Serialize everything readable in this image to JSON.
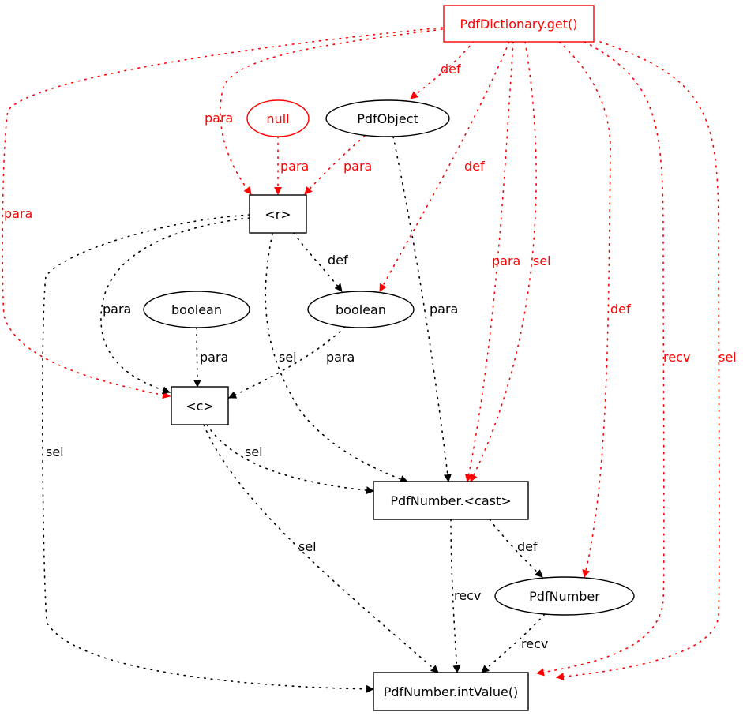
{
  "colors": {
    "normal": "#000000",
    "highlight": "#ff0000",
    "background": "#ffffff"
  },
  "nodes": [
    {
      "id": "get",
      "label": "PdfDictionary.get()",
      "shape": "box",
      "highlight": true
    },
    {
      "id": "null",
      "label": "null",
      "shape": "ellipse",
      "highlight": true
    },
    {
      "id": "pdfobject",
      "label": "PdfObject",
      "shape": "ellipse",
      "highlight": false
    },
    {
      "id": "r",
      "label": "<r>",
      "shape": "box",
      "highlight": false
    },
    {
      "id": "boolean1",
      "label": "boolean",
      "shape": "ellipse",
      "highlight": false
    },
    {
      "id": "boolean2",
      "label": "boolean",
      "shape": "ellipse",
      "highlight": false
    },
    {
      "id": "c",
      "label": "<c>",
      "shape": "box",
      "highlight": false
    },
    {
      "id": "cast",
      "label": "PdfNumber.<cast>",
      "shape": "box",
      "highlight": false
    },
    {
      "id": "pdfnumber",
      "label": "PdfNumber",
      "shape": "ellipse",
      "highlight": false
    },
    {
      "id": "intvalue",
      "label": "PdfNumber.intValue()",
      "shape": "box",
      "highlight": false
    }
  ],
  "edges": [
    {
      "from": "get",
      "to": "pdfobject",
      "label": "def",
      "highlight": true
    },
    {
      "from": "get",
      "to": "r",
      "label": "para",
      "highlight": true
    },
    {
      "from": "null",
      "to": "r",
      "label": "para",
      "highlight": true
    },
    {
      "from": "pdfobject",
      "to": "r",
      "label": "para",
      "highlight": true
    },
    {
      "from": "get",
      "to": "boolean2",
      "label": "def",
      "highlight": true
    },
    {
      "from": "get",
      "to": "c",
      "label": "para",
      "highlight": true
    },
    {
      "from": "get",
      "to": "cast",
      "label": "para",
      "highlight": true
    },
    {
      "from": "get",
      "to": "cast",
      "label": "sel",
      "highlight": true
    },
    {
      "from": "get",
      "to": "pdfnumber",
      "label": "def",
      "highlight": true
    },
    {
      "from": "get",
      "to": "intvalue",
      "label": "recv",
      "highlight": true
    },
    {
      "from": "get",
      "to": "intvalue",
      "label": "sel",
      "highlight": true
    },
    {
      "from": "r",
      "to": "boolean2",
      "label": "def",
      "highlight": false
    },
    {
      "from": "r",
      "to": "c",
      "label": "para",
      "highlight": false
    },
    {
      "from": "r",
      "to": "cast",
      "label": "sel",
      "highlight": false
    },
    {
      "from": "r",
      "to": "intvalue",
      "label": "sel",
      "highlight": false
    },
    {
      "from": "pdfobject",
      "to": "cast",
      "label": "para",
      "highlight": false
    },
    {
      "from": "boolean1",
      "to": "c",
      "label": "para",
      "highlight": false
    },
    {
      "from": "boolean2",
      "to": "c",
      "label": "para",
      "highlight": false
    },
    {
      "from": "c",
      "to": "cast",
      "label": "sel",
      "highlight": false
    },
    {
      "from": "c",
      "to": "intvalue",
      "label": "sel",
      "highlight": false
    },
    {
      "from": "cast",
      "to": "pdfnumber",
      "label": "def",
      "highlight": false
    },
    {
      "from": "cast",
      "to": "intvalue",
      "label": "recv",
      "highlight": false
    },
    {
      "from": "pdfnumber",
      "to": "intvalue",
      "label": "recv",
      "highlight": false
    }
  ]
}
